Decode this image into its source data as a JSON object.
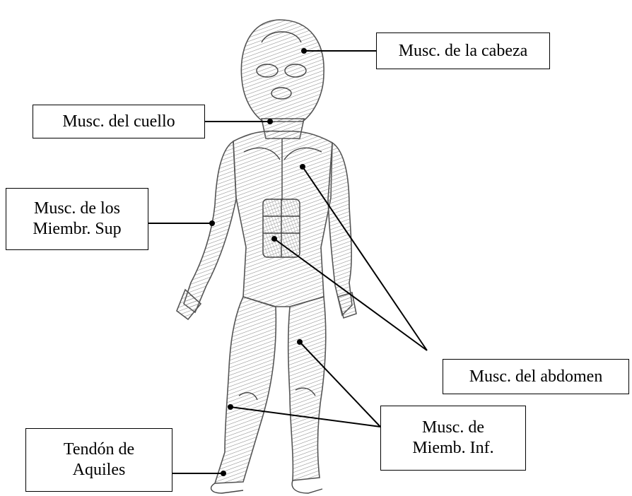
{
  "labels": {
    "head": "Musc. de la cabeza",
    "neck": "Musc. del cuello",
    "upper_limb_line1": "Musc. de los",
    "upper_limb_line2": "Miembr. Sup",
    "abdomen": "Musc. del abdomen",
    "achilles_line1": "Tendón de",
    "achilles_line2": "Aquiles",
    "lower_limb_line1": "Musc. de",
    "lower_limb_line2": "Miemb. Inf."
  },
  "colors": {
    "ink": "#000000",
    "sketch": "#6a6a6a",
    "background": "#ffffff"
  }
}
